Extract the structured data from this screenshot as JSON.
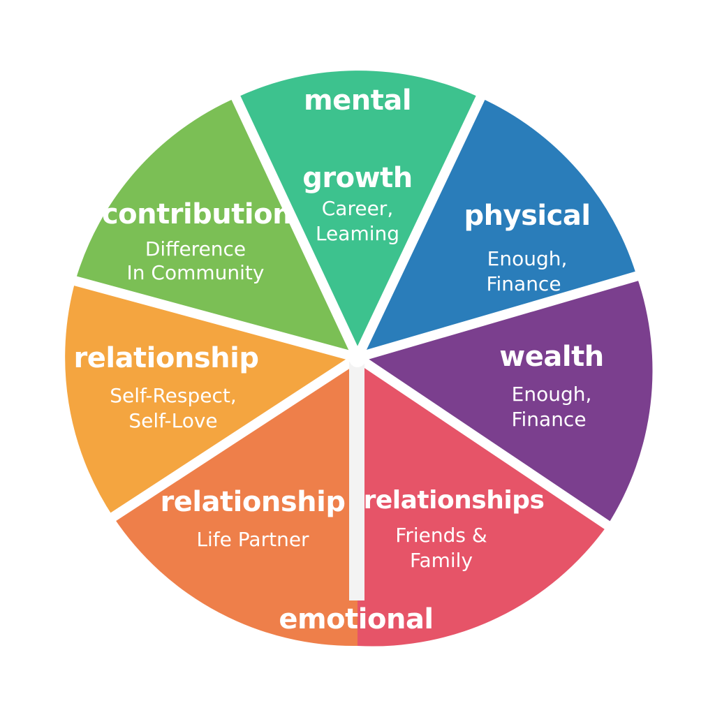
{
  "segments": [
    {
      "id": "growth",
      "title": "growth",
      "lines": [
        "Career,",
        "Leaming"
      ],
      "color": "#3DC28E"
    },
    {
      "id": "physical",
      "title": "physical",
      "lines": [
        "Enough,",
        "Finance"
      ],
      "color": "#2A7DBA"
    },
    {
      "id": "wealth",
      "title": "wealth",
      "lines": [
        "Enough,",
        "Finance"
      ],
      "color": "#7B3F8E"
    },
    {
      "id": "relationships",
      "title": "relationships",
      "lines": [
        "Friends &",
        "Family"
      ],
      "color": "#E65468"
    },
    {
      "id": "relationship-partner",
      "title": "relationship",
      "lines": [
        "Life Partner"
      ],
      "color": "#EE7F4A"
    },
    {
      "id": "relationship-self",
      "title": "relationship",
      "lines": [
        "Self-Respect,",
        "Self-Love"
      ],
      "color": "#F4A540"
    },
    {
      "id": "contribution",
      "title": "contribution",
      "lines": [
        "Difference",
        "In Community"
      ],
      "color": "#7BBF55"
    }
  ],
  "labels": {
    "top": "mental",
    "bottom": "emotional"
  }
}
